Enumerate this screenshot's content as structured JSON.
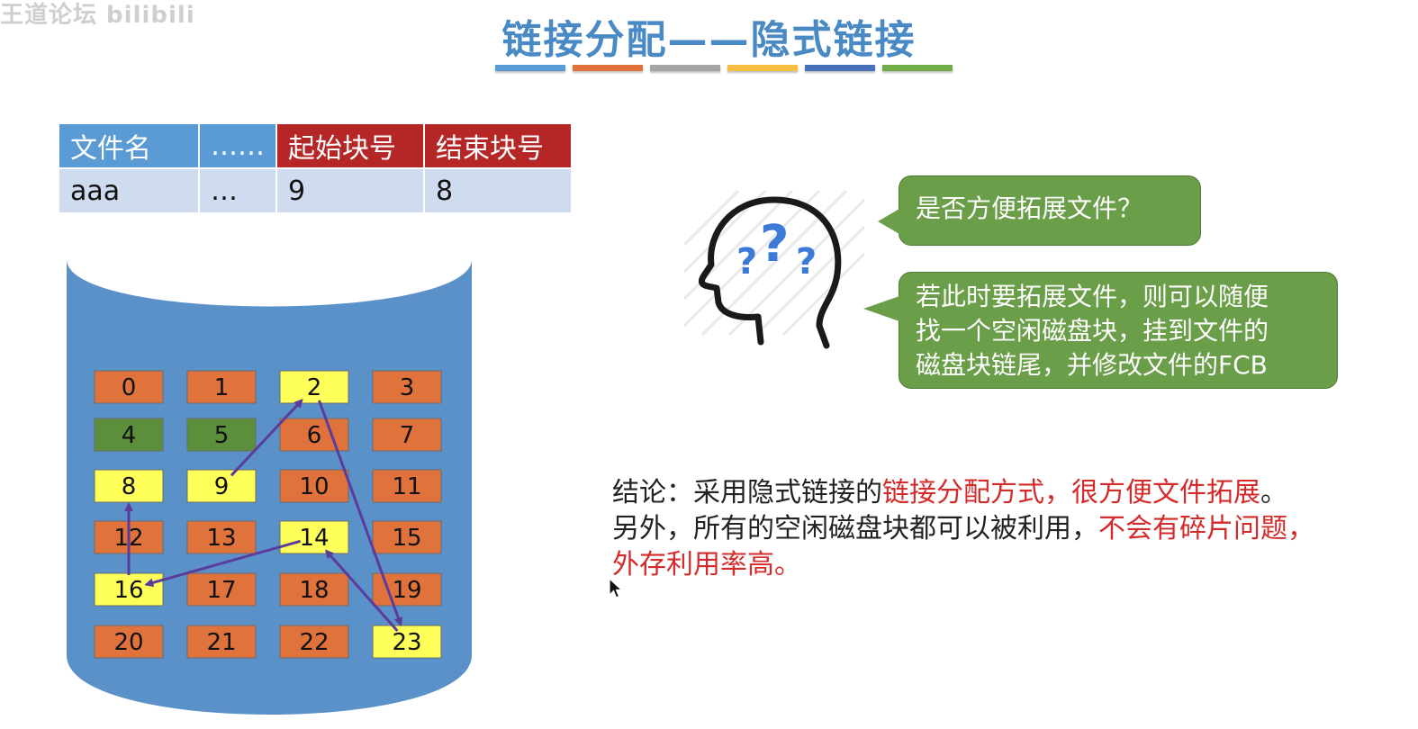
{
  "watermark": "王道论坛 bilibili",
  "slide": {
    "title": "链接分配——隐式链接",
    "title_bar_colors": [
      "#5b9bd5",
      "#e0723b",
      "#a5a5a5",
      "#f5c042",
      "#4772b8",
      "#71ad47"
    ]
  },
  "fcb_table": {
    "headers": [
      "文件名",
      "……",
      "起始块号",
      "结束块号"
    ],
    "row": [
      "aaa",
      "…",
      "9",
      "8"
    ]
  },
  "disk": {
    "blocks": [
      "0",
      "1",
      "2",
      "3",
      "4",
      "5",
      "6",
      "7",
      "8",
      "9",
      "10",
      "11",
      "12",
      "13",
      "14",
      "15",
      "16",
      "17",
      "18",
      "19",
      "20",
      "21",
      "22",
      "23"
    ],
    "file_blocks": [
      9,
      2,
      23,
      14,
      16,
      8
    ],
    "green_blocks": [
      4,
      5
    ],
    "colors": {
      "disk": "#5b91c9",
      "free_block": "#e0723b",
      "file_block": "#ffff5a",
      "green_block": "#5b8f3c",
      "arrow": "#5a3c9e"
    }
  },
  "bubbles": {
    "question": "是否方便拓展文件？",
    "answer_lines": [
      "若此时要拓展文件，则可以随便",
      "找一个空闲磁盘块，挂到文件的",
      "磁盘块链尾，并修改文件的FCB"
    ]
  },
  "conclusion": {
    "line1_a": "结论：采用隐式链接的",
    "line1_b": "链接分配方式，很方便文件拓展",
    "line1_c": "。",
    "line2_a": "另外，所有的空闲磁盘块都可以被利用，",
    "line2_b": "不会有碎片问题，",
    "line3": "外存利用率高。"
  }
}
